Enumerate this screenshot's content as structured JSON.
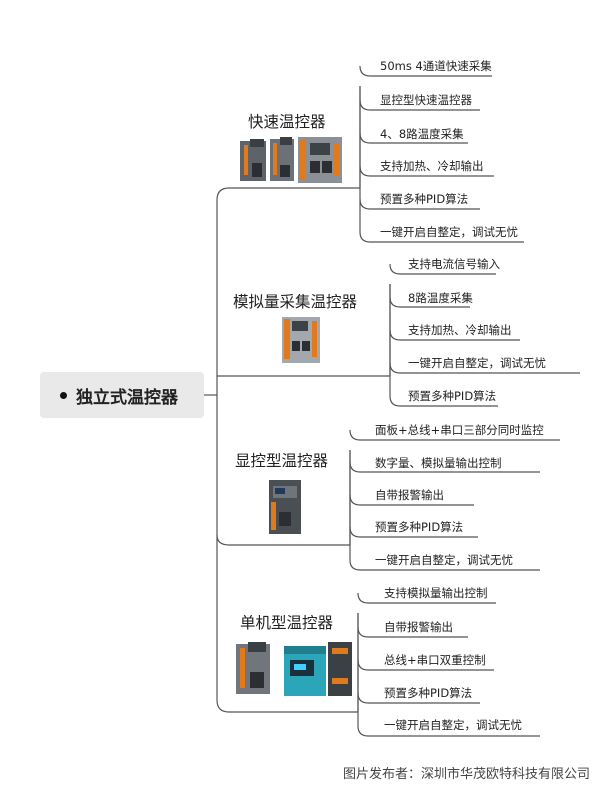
{
  "root": {
    "label": "独立式温控器"
  },
  "branches": [
    {
      "title": "快速温控器",
      "leaves": [
        "50ms 4通道快速采集",
        "显控型快速温控器",
        "4、8路温度采集",
        "支持加热、冷却输出",
        "预置多种PID算法",
        "一键开启自整定，调试无忧"
      ]
    },
    {
      "title": "模拟量采集温控器",
      "leaves": [
        "支持电流信号输入",
        "8路温度采集",
        "支持加热、冷却输出",
        "一键开启自整定，调试无忧",
        "预置多种PID算法"
      ]
    },
    {
      "title": "显控型温控器",
      "leaves": [
        "面板+总线+串口三部分同时监控",
        "数字量、模拟量输出控制",
        "自带报警输出",
        "预置多种PID算法",
        "一键开启自整定，调试无忧"
      ]
    },
    {
      "title": "单机型温控器",
      "leaves": [
        "支持模拟量输出控制",
        "自带报警输出",
        "总线+串口双重控制",
        "预置多种PID算法",
        "一键开启自整定，调试无忧"
      ]
    }
  ],
  "credit": "图片发布者：深圳市华茂欧特科技有限公司",
  "colors": {
    "line": "#555555",
    "root_bg": "#e9e9e9",
    "device_gray": "#8a9096",
    "device_orange": "#e07a1c",
    "device_teal": "#2aa6b8"
  }
}
